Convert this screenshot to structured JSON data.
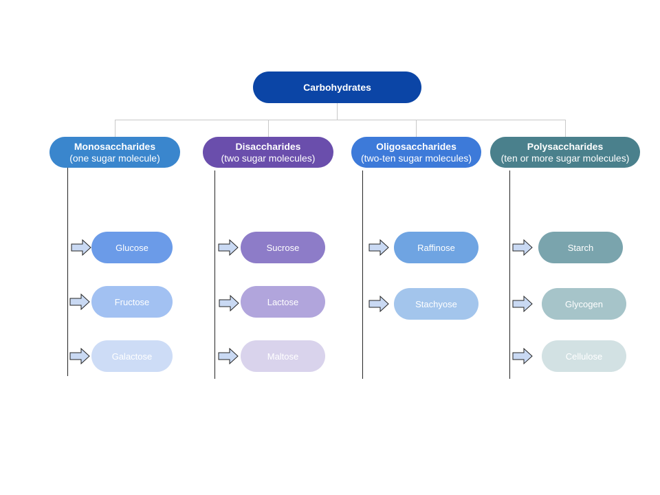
{
  "root": {
    "label": "Carbohydrates",
    "color": "#0b45a6"
  },
  "categories": [
    {
      "title": "Monosaccharides",
      "subtitle": "(one sugar molecule)",
      "color": "#3a86cd",
      "items": [
        {
          "label": "Glucose",
          "color": "#6b9be8"
        },
        {
          "label": "Fructose",
          "color": "#a2c1f2"
        },
        {
          "label": "Galactose",
          "color": "#cddcf6"
        }
      ]
    },
    {
      "title": "Disaccharides",
      "subtitle": "(two sugar molecules)",
      "color": "#6a4eac",
      "items": [
        {
          "label": "Sucrose",
          "color": "#8d7cc8"
        },
        {
          "label": "Lactose",
          "color": "#b1a5dc"
        },
        {
          "label": "Maltose",
          "color": "#d9d3ec"
        }
      ]
    },
    {
      "title": "Oligosaccharides",
      "subtitle": "(two-ten sugar molecules)",
      "color": "#3d7ad9",
      "items": [
        {
          "label": "Raffinose",
          "color": "#6fa4e2"
        },
        {
          "label": "Stachyose",
          "color": "#a3c5ec"
        }
      ]
    },
    {
      "title": "Polysaccharides",
      "subtitle": "(ten or more sugar molecules)",
      "color": "#4a808c",
      "items": [
        {
          "label": "Starch",
          "color": "#7aa4ad"
        },
        {
          "label": "Glycogen",
          "color": "#a6c4c9"
        },
        {
          "label": "Cellulose",
          "color": "#d2e1e3"
        }
      ]
    }
  ]
}
